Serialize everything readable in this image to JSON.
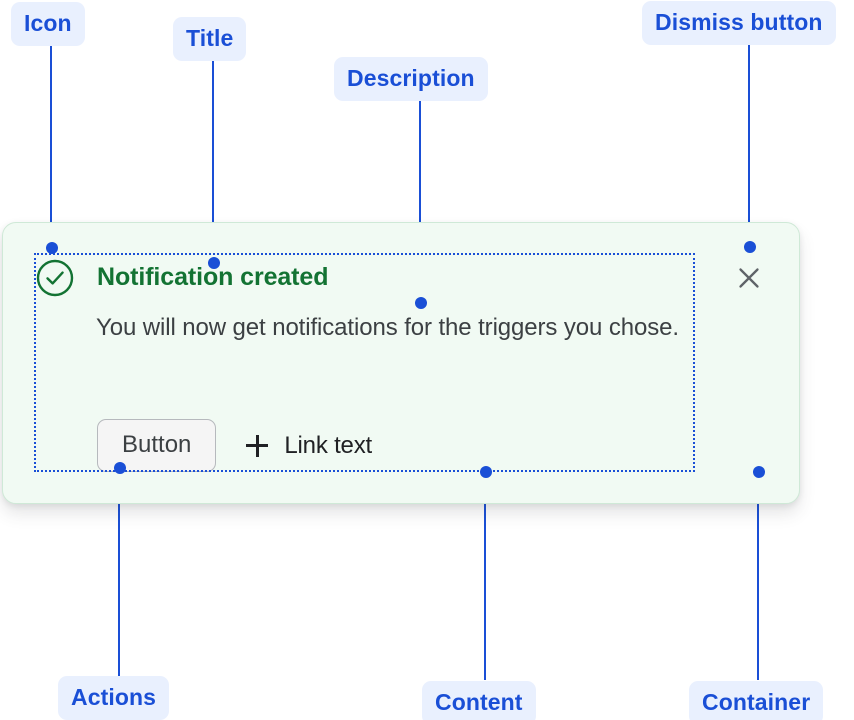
{
  "annotations": [
    {
      "id": "icon",
      "label": "Icon"
    },
    {
      "id": "title",
      "label": "Title"
    },
    {
      "id": "description",
      "label": "Description"
    },
    {
      "id": "dismiss_button",
      "label": "Dismiss button"
    },
    {
      "id": "actions",
      "label": "Actions"
    },
    {
      "id": "content",
      "label": "Content"
    },
    {
      "id": "container",
      "label": "Container"
    }
  ],
  "notification": {
    "status": "success",
    "status_icon": "check-circle-icon",
    "title": "Notification created",
    "description": "You will now get notifications for the triggers you chose.",
    "actions": {
      "button_label": "Button",
      "link_icon": "plus-icon",
      "link_label": "Link text"
    },
    "dismiss": {
      "icon": "close-icon",
      "aria_label": "Dismiss"
    }
  },
  "colors": {
    "annotation_blue": "#1a4fd6",
    "annotation_pill_bg": "#e9f0fe",
    "card_bg": "#f1faf3",
    "card_border": "#cfe9d7",
    "success_green": "#137333",
    "body_text": "#3c4043",
    "dismiss_gray": "#5f6368",
    "button_bg": "#f5f5f5",
    "button_border": "#b6b9bd"
  }
}
